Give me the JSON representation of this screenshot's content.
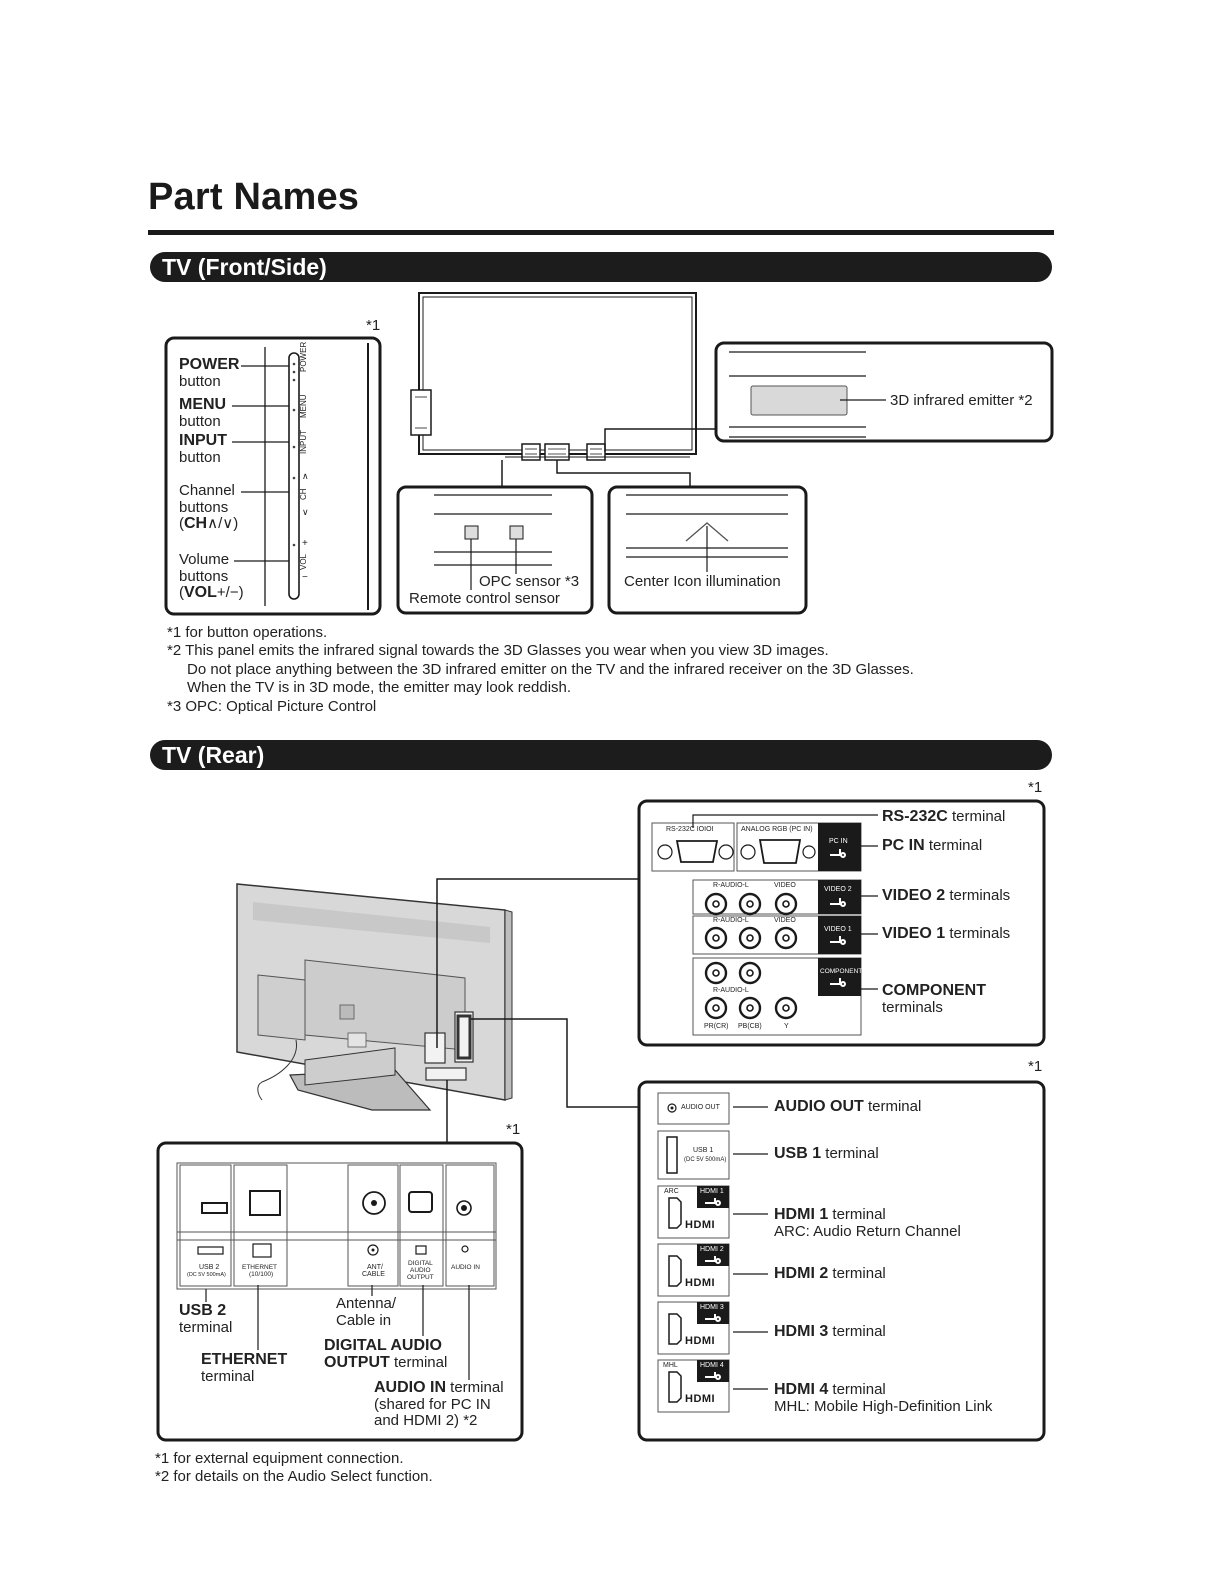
{
  "page_title": "Part Names",
  "front_section": {
    "header": "TV (Front/Side)",
    "ref_star": "*1",
    "side_buttons": [
      {
        "bold": "POWER",
        "rest": "button"
      },
      {
        "bold": "MENU",
        "rest": "button"
      },
      {
        "bold": "INPUT",
        "rest": "button"
      },
      {
        "line1": "Channel",
        "line2": "buttons",
        "bold": "CH",
        "sym": "∧/∨",
        "open": "(",
        "close": ")"
      },
      {
        "line1": "Volume",
        "line2": "buttons",
        "bold": "VOL",
        "sym": "+/−",
        "open": "(",
        "close": ")"
      }
    ],
    "panel_vertical_labels": [
      "POWER",
      "MENU",
      "INPUT",
      "CH",
      "VOL"
    ],
    "panel_symbols": [
      "∧",
      "∨",
      "+",
      "−"
    ],
    "emitter_label": "3D infrared emitter *2",
    "opc_label": "OPC sensor *3",
    "remote_label": "Remote control sensor",
    "center_icon_label": "Center Icon illumination",
    "notes": [
      "*1 for button operations.",
      "*2 This panel emits the infrared signal towards the 3D Glasses you wear when you view 3D images.",
      "Do not place anything between the 3D infrared emitter on the TV and the infrared receiver on the 3D Glasses.",
      "When the TV is in 3D mode, the emitter may look reddish.",
      "*3 OPC: Optical Picture Control"
    ]
  },
  "rear_section": {
    "header": "TV (Rear)",
    "star1": "*1",
    "upper_right": {
      "rs232c": {
        "bold": "RS-232C",
        "rest": "terminal"
      },
      "pcin": {
        "bold": "PC IN",
        "rest": "terminal"
      },
      "video2": {
        "bold": "VIDEO 2",
        "rest": "terminals"
      },
      "video1": {
        "bold": "VIDEO 1",
        "rest": "terminals"
      },
      "component": {
        "bold": "COMPONENT",
        "rest": "terminals"
      },
      "small": {
        "rs232c": "RS-232C IOIOI",
        "analog_rgb": "ANALOG RGB (PC IN)",
        "pc_in": "PC IN",
        "r_audio_l": "R-AUDIO-L",
        "video": "VIDEO",
        "video2": "VIDEO 2",
        "video1": "VIDEO 1",
        "component": "COMPONENT",
        "pr": "PR(CR)",
        "pb": "PB(CB)",
        "y": "Y"
      }
    },
    "lower_right": {
      "audio_out": {
        "bold": "AUDIO OUT",
        "rest": "terminal",
        "small": "AUDIO OUT"
      },
      "usb1": {
        "bold": "USB 1",
        "rest": "terminal",
        "small1": "USB 1",
        "small2": "(DC 5V 500mA)"
      },
      "hdmi1": {
        "bold": "HDMI 1",
        "rest": "terminal",
        "sub": "ARC: Audio Return Channel",
        "small": "HDMI 1",
        "extra": "ARC"
      },
      "hdmi2": {
        "bold": "HDMI 2",
        "rest": "terminal",
        "small": "HDMI 2"
      },
      "hdmi3": {
        "bold": "HDMI 3",
        "rest": "terminal",
        "small": "HDMI 3"
      },
      "hdmi4": {
        "bold": "HDMI 4",
        "rest": "terminal",
        "sub": "MHL: Mobile High-Definition Link",
        "small": "HDMI 4",
        "extra": "MHL"
      },
      "hdmi_logo": "HDMI"
    },
    "bottom_left": {
      "usb2": {
        "bold": "USB 2",
        "rest": "terminal",
        "small1": "USB 2",
        "small2": "(DC 5V 500mA)"
      },
      "ethernet": {
        "bold": "ETHERNET",
        "rest": "terminal",
        "small1": "ETHERNET",
        "small2": "(10/100)"
      },
      "antenna": {
        "line1": "Antenna/",
        "line2": "Cable in",
        "small1": "ANT/",
        "small2": "CABLE"
      },
      "digital_audio": {
        "bold1": "DIGITAL AUDIO",
        "bold2": "OUTPUT",
        "rest": "terminal",
        "small1": "DIGITAL",
        "small2": "AUDIO",
        "small3": "OUTPUT"
      },
      "audio_in": {
        "bold": "AUDIO IN",
        "rest": "terminal",
        "line2": "(shared for PC IN",
        "line3": "and HDMI 2) *2",
        "small": "AUDIO IN"
      }
    },
    "notes": [
      "*1 for external equipment connection.",
      "*2 for details on the Audio Select function."
    ]
  }
}
